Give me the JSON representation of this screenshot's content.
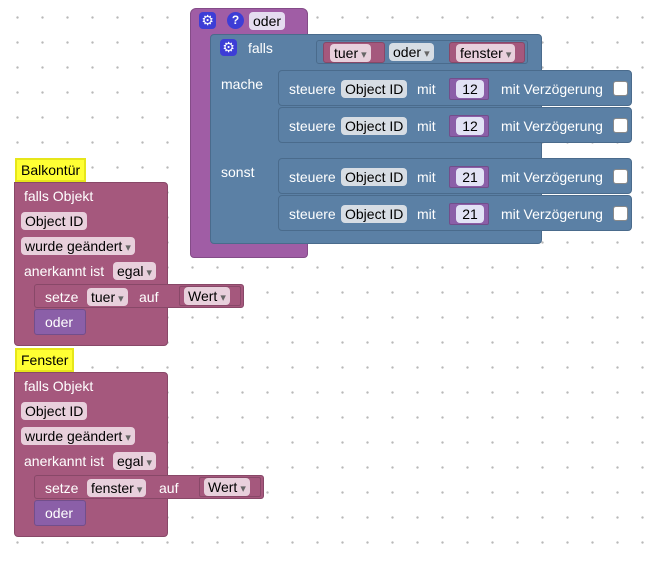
{
  "top": {
    "oder_label": "oder",
    "falls_label": "falls",
    "mache_label": "mache",
    "sonst_label": "sonst",
    "condition": {
      "left": "tuer",
      "op": "oder",
      "right": "fenster"
    },
    "rows": [
      {
        "verb": "steuere",
        "object": "Object ID",
        "mit": "mit",
        "value": "12",
        "delay": "mit Verzögerung"
      },
      {
        "verb": "steuere",
        "object": "Object ID",
        "mit": "mit",
        "value": "12",
        "delay": "mit Verzögerung"
      },
      {
        "verb": "steuere",
        "object": "Object ID",
        "mit": "mit",
        "value": "21",
        "delay": "mit Verzögerung"
      },
      {
        "verb": "steuere",
        "object": "Object ID",
        "mit": "mit",
        "value": "21",
        "delay": "mit Verzögerung"
      }
    ]
  },
  "triggers": [
    {
      "title": "Balkontür",
      "falls": "falls Objekt",
      "object_id": "Object ID",
      "changed": "wurde geändert",
      "ack_label": "anerkannt ist",
      "ack_value": "egal",
      "setze": "setze",
      "var": "tuer",
      "auf": "auf",
      "value": "Wert",
      "oder": "oder"
    },
    {
      "title": "Fenster",
      "falls": "falls Objekt",
      "object_id": "Object ID",
      "changed": "wurde geändert",
      "ack_label": "anerkannt ist",
      "ack_value": "egal",
      "setze": "setze",
      "var": "fenster",
      "auf": "auf",
      "value": "Wert",
      "oder": "oder"
    }
  ]
}
